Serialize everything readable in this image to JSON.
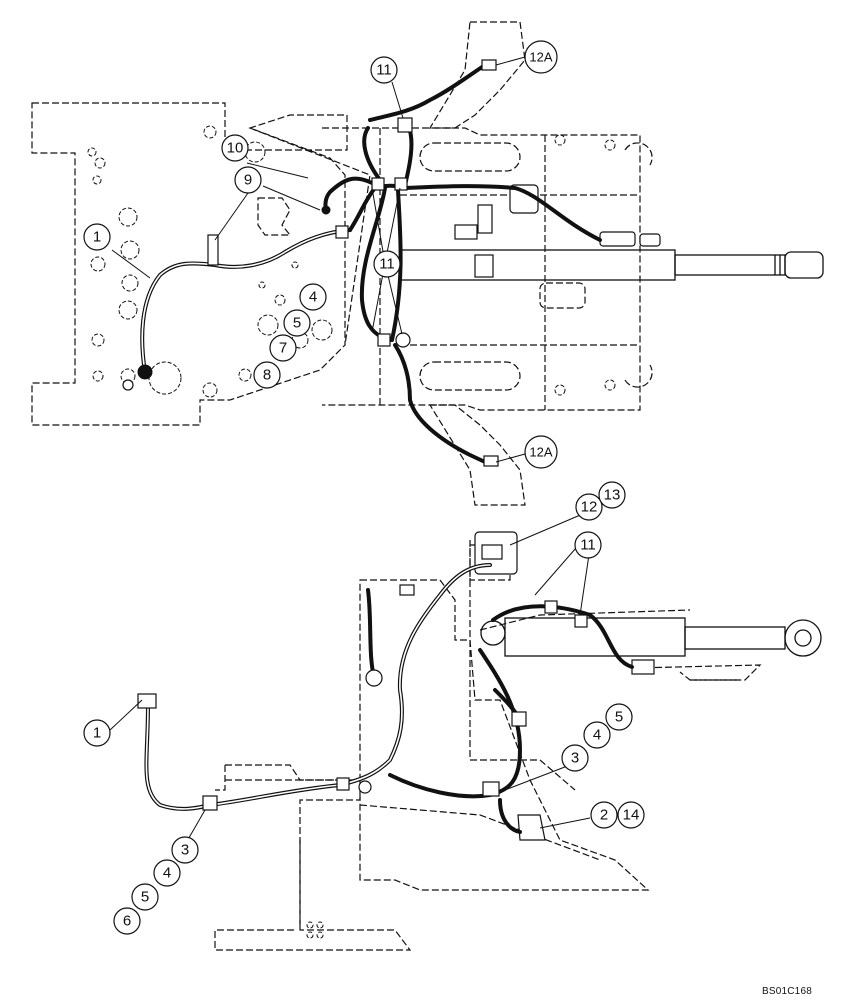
{
  "drawing": {
    "code": "BS01C168",
    "callouts_top": [
      "11",
      "12A",
      "10",
      "9",
      "1",
      "11",
      "4",
      "5",
      "7",
      "8",
      "12A"
    ],
    "callouts_bottom": [
      "12",
      "13",
      "11",
      "1",
      "5",
      "4",
      "3",
      "2",
      "14",
      "3",
      "4",
      "5",
      "6"
    ]
  }
}
